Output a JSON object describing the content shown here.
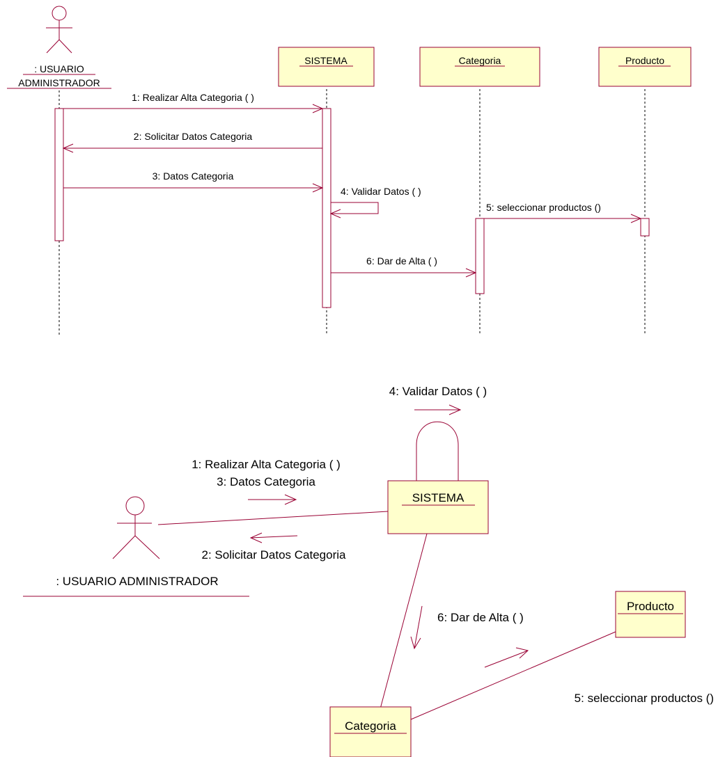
{
  "colors": {
    "line": "#990033",
    "box_fill": "#ffffcc",
    "text": "#000000",
    "background": "#ffffff"
  },
  "sequence": {
    "actor": {
      "icon": "stick-figure-icon",
      "line1": ": USUARIO",
      "line2": "ADMINISTRADOR"
    },
    "objects": {
      "sistema": "SISTEMA",
      "categoria": "Categoria",
      "producto": "Producto"
    },
    "messages": {
      "m1": "1: Realizar Alta Categoria ( )",
      "m2": "2: Solicitar Datos Categoria",
      "m3": "3: Datos Categoria",
      "m4": "4: Validar Datos ( )",
      "m5": "5: seleccionar productos ()",
      "m6": "6: Dar de Alta ( )"
    }
  },
  "collaboration": {
    "actor": {
      "icon": "stick-figure-icon",
      "label": ": USUARIO ADMINISTRADOR"
    },
    "objects": {
      "sistema": "SISTEMA",
      "categoria": "Categoria",
      "producto": "Producto"
    },
    "messages": {
      "m4": "4: Validar Datos ( )",
      "m1": "1: Realizar Alta Categoria ( )",
      "m3": "3: Datos Categoria",
      "m2": "2: Solicitar Datos Categoria",
      "m6": "6: Dar de Alta ( )",
      "m5": "5: seleccionar productos ()"
    }
  }
}
